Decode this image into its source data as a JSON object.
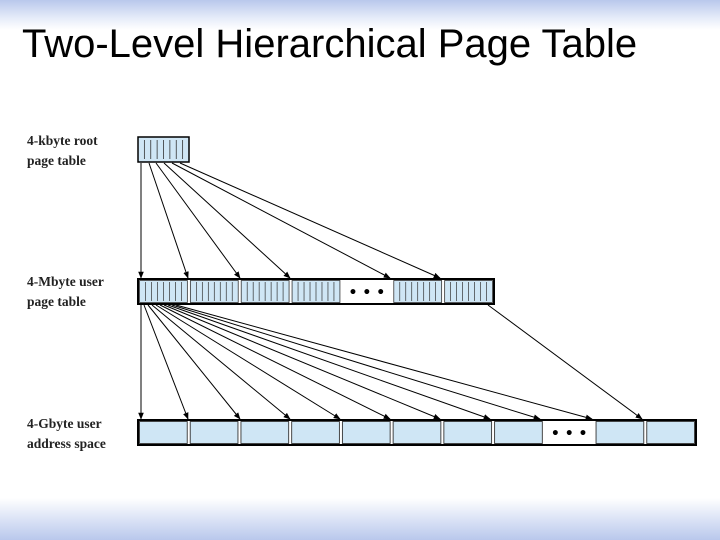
{
  "slide": {
    "title": "Two-Level Hierarchical Page Table"
  },
  "levels": [
    {
      "line1": "4-kbyte root",
      "line2": "page table"
    },
    {
      "line1": "4-Mbyte user",
      "line2": "page table"
    },
    {
      "line1": "4-Gbyte user",
      "line2": "address space"
    }
  ],
  "diagram": {
    "ellipsis": "• • •",
    "colors": {
      "block_fill": "#cfe6f5",
      "outline": "#000000",
      "arrow": "#000000",
      "band": "#b9c8ec"
    }
  }
}
